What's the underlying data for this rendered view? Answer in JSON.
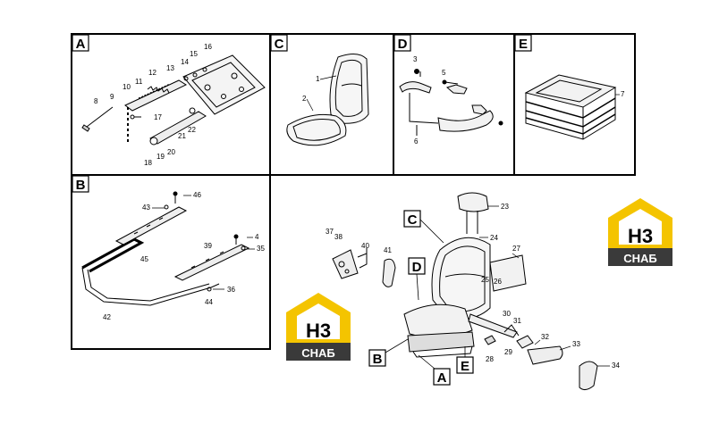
{
  "sections": {
    "A": "A",
    "B": "B",
    "C": "C",
    "D": "D",
    "E": "E"
  },
  "callouts": {
    "A": [
      "16",
      "15",
      "14",
      "13",
      "12",
      "11",
      "10",
      "9",
      "8",
      "17",
      "21",
      "22",
      "18",
      "19",
      "20"
    ],
    "B": [
      "46",
      "43",
      "45",
      "4",
      "39",
      "35",
      "36",
      "44",
      "42"
    ],
    "C": [
      "1",
      "2"
    ],
    "D": [
      "3",
      "5",
      "6"
    ],
    "E": [
      "7"
    ],
    "main": [
      "23",
      "24",
      "37",
      "38",
      "40",
      "41",
      "27",
      "25",
      "26",
      "30",
      "31",
      "32",
      "33",
      "28",
      "29",
      "34"
    ]
  },
  "main_labels": {
    "C": "C",
    "D": "D",
    "B": "B",
    "E": "E",
    "A": "A"
  },
  "logo": {
    "line1": "H3",
    "line2": "CHAБ",
    "color_yellow": "#f4c400",
    "color_dark": "#3a3a3a"
  }
}
